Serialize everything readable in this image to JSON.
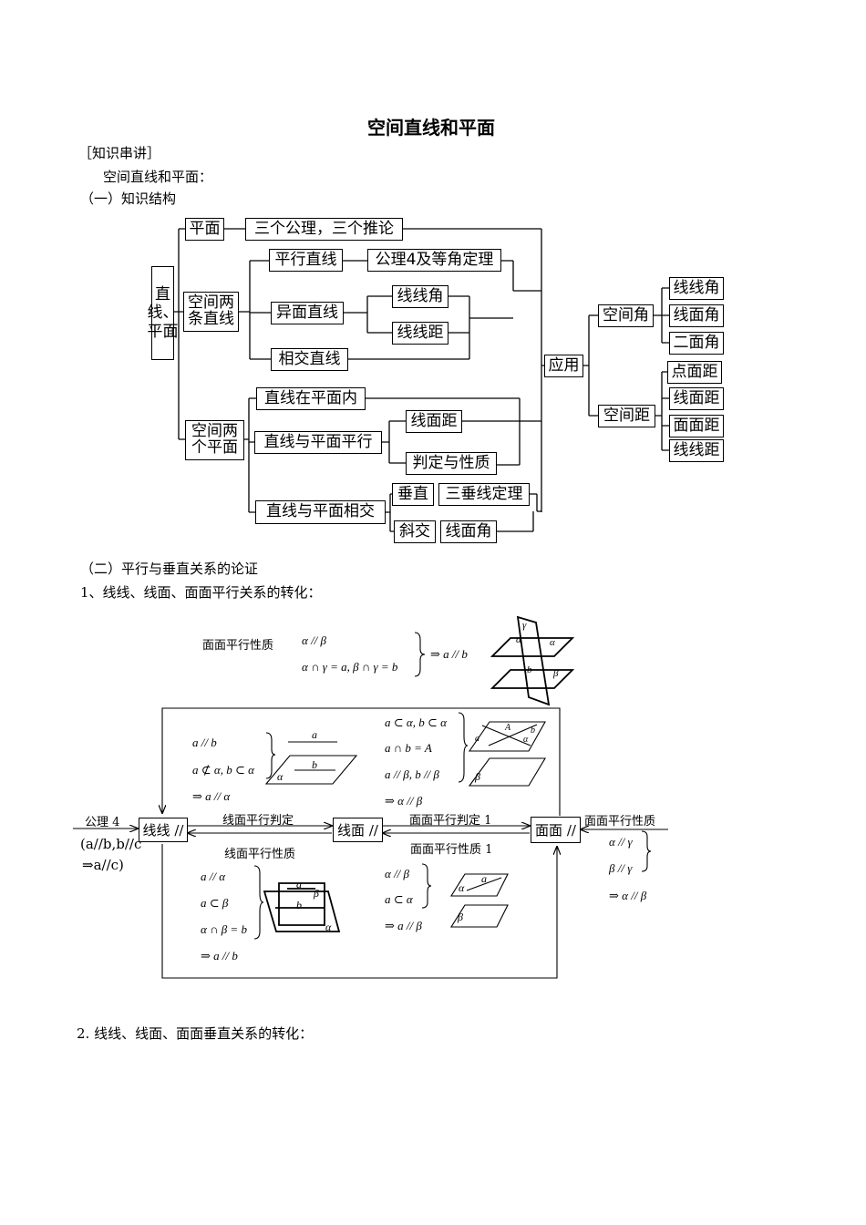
{
  "doc": {
    "title": "空间直线和平面",
    "section_label": "［知识串讲］",
    "intro": "空间直线和平面：",
    "part1": "（一）知识结构",
    "part2": "（二）平行与垂直关系的论证",
    "item1": "1、线线、线面、面面平行关系的转化：",
    "item2": "2. 线线、线面、面面垂直关系的转化："
  },
  "tree": {
    "root": "直线、平面",
    "plane": "平面",
    "axioms": "三个公理，三个推论",
    "two_lines": "空间两条直线",
    "parallel_lines": "平行直线",
    "axiom4": "公理4及等角定理",
    "skew_lines": "异面直线",
    "line_line_angle": "线线角",
    "line_line_dist": "线线距",
    "intersecting_lines": "相交直线",
    "two_planes": "空间两个平面",
    "line_in_plane": "直线在平面内",
    "line_parallel_plane": "直线与平面平行",
    "line_plane_dist": "线面距",
    "criterion_property": "判定与性质",
    "line_intersect_plane": "直线与平面相交",
    "perpendicular": "垂直",
    "three_perp": "三垂线定理",
    "oblique": "斜交",
    "line_plane_angle": "线面角",
    "application": "应用",
    "space_angle": "空间角",
    "space_dist": "空间距",
    "angles": [
      "线线角",
      "线面角",
      "二面角"
    ],
    "dists": [
      "点面距",
      "线面距",
      "面面距",
      "线线距"
    ]
  },
  "diagram": {
    "top_label": "面面平行性质",
    "top_p1": "α // β",
    "top_p2": "α ∩ γ = a, β ∩ γ = b",
    "top_concl": "⇒ a // b",
    "left_p1": "a // b",
    "left_p2": "a ⊄ α, b ⊂ α",
    "left_concl": "⇒ a // α",
    "mid_p1": "a ⊂ α, b ⊂ α",
    "mid_p2": "a ∩ b = A",
    "mid_p3": "a // β, b // β",
    "mid_concl": "⇒ α // β",
    "node_ll": "线线 //",
    "node_lp": "线面 //",
    "node_pp": "面面 //",
    "axiom4_label": "公理 4",
    "axiom4_f1": "(a//b,b//c",
    "axiom4_f2": "⇒a//c)",
    "arrow_lp_crit": "线面平行判定",
    "arrow_lp_prop": "线面平行性质",
    "arrow_pp_crit": "面面平行判定 1",
    "arrow_pp_prop": "面面平行性质 1",
    "right_label": "面面平行性质",
    "right_p1": "α // γ",
    "right_p2": "β // γ",
    "right_concl": "⇒ α // β",
    "bl_p1": "a // α",
    "bl_p2": "a ⊂ β",
    "bl_p3": "α ∩ β = b",
    "bl_concl": "⇒ a // b",
    "bm_p1": "α // β",
    "bm_p2": "a ⊂ α",
    "bm_concl": "⇒ a // β",
    "fig_a": "a",
    "fig_b": "b",
    "fig_A": "A",
    "fig_alpha": "α",
    "fig_beta": "β",
    "fig_gamma": "γ"
  }
}
